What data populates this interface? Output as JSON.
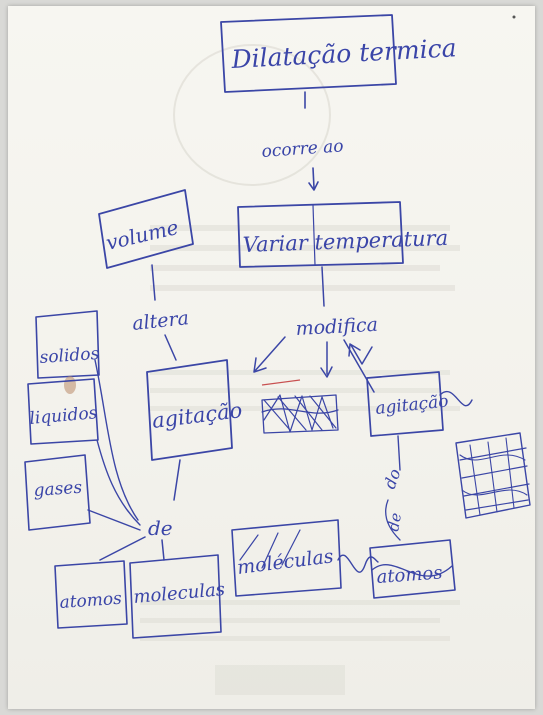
{
  "nodes": {
    "dilatacao": "Dilatação termica",
    "ocorre": "ocorre ao",
    "variar": "Variar temperatura",
    "volume": "volume",
    "altera": "altera",
    "modifica": "modifica",
    "solidos": "solidos",
    "liquidos": "liquidos",
    "gases": "gases",
    "agitacao_left": "agitação",
    "agitacao_right": "agitação",
    "de": "de",
    "atomos_left": "atomos",
    "moleculas_left": "moleculas",
    "moleculas_right": "moléculas",
    "atomos_right": "atomos",
    "do": "do",
    "de_right": "de"
  },
  "colors": {
    "ink": "#3b46a6",
    "paper": "#f5f4ee",
    "stain": "#b98a6a"
  }
}
